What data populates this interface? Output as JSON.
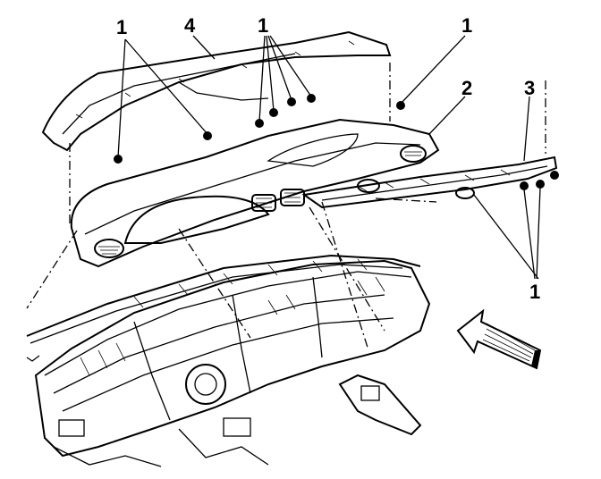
{
  "figure": {
    "callouts": {
      "c1_a": "1",
      "c4": "4",
      "c1_b": "1",
      "c1_c": "1",
      "c2": "2",
      "c3": "3",
      "c1_d": "1"
    },
    "colors": {
      "ink": "#000000",
      "paper": "#ffffff"
    },
    "icons": [
      "direction-arrow-icon",
      "fastener-icon"
    ]
  }
}
